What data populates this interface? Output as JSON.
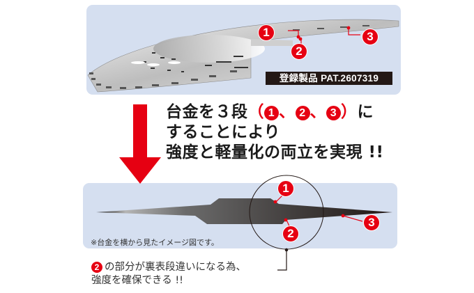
{
  "top_diagram": {
    "badge_text": "登録製品 PAT.2607319",
    "callouts": [
      "1",
      "2",
      "3"
    ]
  },
  "headline": {
    "line1_prefix": "台金を３段",
    "line1_paren_open": "（",
    "line1_nums": [
      "1",
      "2",
      "3"
    ],
    "line1_sep": "、",
    "line1_paren_close": "）",
    "line1_suffix": "に",
    "line2": "することにより",
    "line3": "強度と軽量化の両立を実現 !!"
  },
  "side_diagram": {
    "callouts": [
      "1",
      "2",
      "3"
    ],
    "note": "※台金を横から見たイメージ図です。"
  },
  "footer": {
    "num": "2",
    "line1": "の部分が裏表段違いになる為、",
    "line2": "強度を確保できる !!"
  },
  "colors": {
    "panel_bg": "#d5dff0",
    "accent_red": "#e60012",
    "badge_bg": "#231815",
    "text": "#1a1a1a"
  }
}
